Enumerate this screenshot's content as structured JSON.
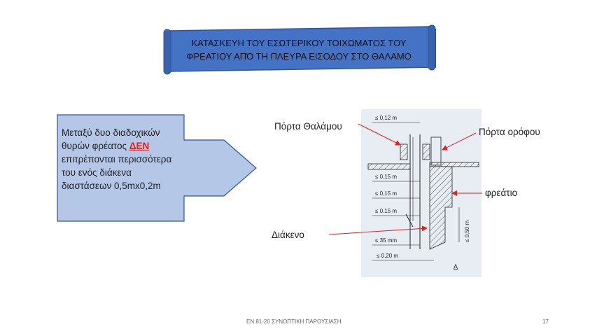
{
  "banner": {
    "line1": "ΚΑΤΑΣΚΕΥΗ ΤΟΥ ΕΣΩΤΕΡΙΚΟΥ ΤΟΙΧΩΜΑΤΟΣ ΤΟΥ",
    "line2": "ΦΡΕΑΤΙΟΥ ΑΠΌ ΤΗ ΠΛΕΥΡΑ ΕΙΣΟΔΟΥ ΣΤΟ ΘΑΛΑΜΟ"
  },
  "callout": {
    "text_before": "Μεταξύ δυο διαδοχικών θυρών φρέατος ",
    "emphasis": "ΔΕΝ",
    "text_after": " επιτρέπονται περισσότερα του ενός διάκενα διαστάσεων 0,5mx0,2m"
  },
  "labels": {
    "porta_thalamou": "Πόρτα Θαλάμου",
    "porta_orofou": "Πόρτα ορόφου",
    "freatio": "φρεάτιο",
    "diakeno": "Διάκενο"
  },
  "diagram": {
    "dim_012": "≤ 0,12 m",
    "dim_015a": "≤ 0,15 m",
    "dim_015b": "≤ 0,15 m",
    "dim_015c": "≤ 0.15 m",
    "dim_35": "≤ 35 mm",
    "dim_020": "≤ 0,20 m",
    "dim_050": "≤ 0,50 m",
    "view_letter": "A"
  },
  "colors": {
    "banner_fill": "#4472c4",
    "callout_fill": "#b4c7e7",
    "callout_stroke": "#2f5597",
    "arrow_red": "#e0201a"
  },
  "footer": {
    "text": "EN 81-20 ΣΥΝΟΠΤΙΚΗ ΠΑΡΟΥΣΙΑΣΗ",
    "page": "17"
  }
}
